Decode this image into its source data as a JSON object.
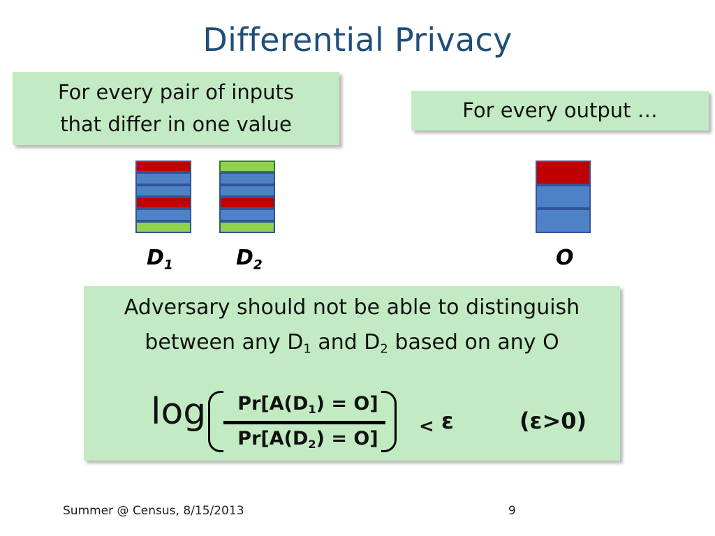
{
  "slide": {
    "title": "Differential Privacy",
    "callout_inputs": {
      "line1": "For every pair of inputs",
      "line2": "that differ in one value"
    },
    "callout_output": "For every output …",
    "datasets": [
      {
        "name": "D",
        "sub": "1",
        "rows": [
          "red",
          "blue",
          "blue",
          "red",
          "blue",
          "green"
        ]
      },
      {
        "name": "D",
        "sub": "2",
        "rows": [
          "green",
          "blue",
          "blue",
          "red",
          "blue",
          "green"
        ]
      },
      {
        "name": "O",
        "sub": "",
        "rows": [
          "red",
          "blue",
          "blue"
        ]
      }
    ],
    "adversary": {
      "line1": "Adversary should not be able to distinguish",
      "line2_pre": "between any D",
      "line2_sub1": "1",
      "line2_mid": " and D",
      "line2_sub2": "2",
      "line2_post": " based on any O"
    },
    "formula": {
      "log": "log",
      "num_pre": "Pr[A(D",
      "num_sub": "1",
      "num_post": ") = O]",
      "den_pre": "Pr[A(D",
      "den_sub": "2",
      "den_post": ") = O]",
      "lt": "<",
      "epsilon": "ε",
      "condition": "(ε>0)"
    },
    "footer": {
      "left": "Summer @ Census, 8/15/2013",
      "page": "9"
    }
  },
  "colors": {
    "title": "#1f4e79",
    "callout_bg": "#c3ebc3",
    "red": "#c00000",
    "blue": "#4f81c7",
    "green": "#92d050",
    "border": "#2f5597"
  }
}
